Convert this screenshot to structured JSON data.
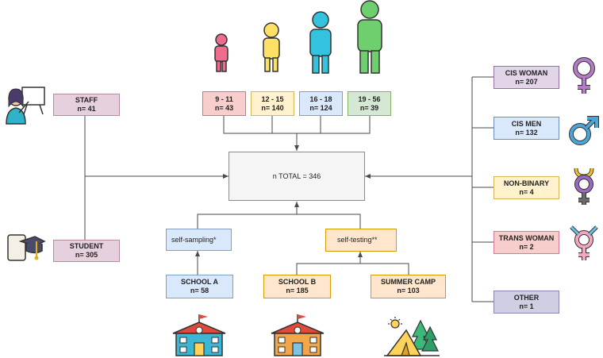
{
  "total": "n TOTAL = 346",
  "ages": [
    {
      "range": "9 - 11",
      "n": "n= 43",
      "fill": "#f8cecc",
      "border": "#c77a7a"
    },
    {
      "range": "12 - 15",
      "n": "n= 140",
      "fill": "#fff2cc",
      "border": "#d6b656"
    },
    {
      "range": "16 - 18",
      "n": "n= 124",
      "fill": "#dae8fc",
      "border": "#7f9fc9"
    },
    {
      "range": "19 - 56",
      "n": "n= 39",
      "fill": "#d5e8d4",
      "border": "#82b366"
    }
  ],
  "roles": [
    {
      "label": "STAFF",
      "n": "n= 41",
      "fill": "#e6d0de",
      "border": "#b48aa4"
    },
    {
      "label": "STUDENT",
      "n": "n= 305",
      "fill": "#e6d0de",
      "border": "#b48aa4"
    }
  ],
  "genders": [
    {
      "label": "CIS WOMAN",
      "n": "n= 207",
      "fill": "#e1d5e7",
      "border": "#9673a6"
    },
    {
      "label": "CIS MEN",
      "n": "n= 132",
      "fill": "#dae8fc",
      "border": "#6c8ebf"
    },
    {
      "label": "NON-BINARY",
      "n": "n= 4",
      "fill": "#fff2cc",
      "border": "#d6b656"
    },
    {
      "label": "TRANS WOMAN",
      "n": "n= 2",
      "fill": "#f8cecc",
      "border": "#d67a9a"
    },
    {
      "label": "OTHER",
      "n": "n= 1",
      "fill": "#d0cee2",
      "border": "#8a87b0"
    }
  ],
  "methods": [
    {
      "label": "self-sampling*",
      "fill": "#dae8fc",
      "border": "#7f9fc9"
    },
    {
      "label": "self-testing**",
      "fill": "#ffe6cc",
      "border": "#d79b00"
    }
  ],
  "sites": [
    {
      "label": "SCHOOL A",
      "n": "n= 58",
      "fill": "#dae8fc",
      "border": "#7f9fc9"
    },
    {
      "label": "SCHOOL B",
      "n": "n= 185",
      "fill": "#ffe6cc",
      "border": "#d79b00"
    },
    {
      "label": "SUMMER CAMP",
      "n": "n= 103",
      "fill": "#ffe6cc",
      "border": "#d79b00"
    }
  ],
  "colors": {
    "line": "#4a4a4a",
    "total_fill": "#f5f5f5",
    "total_border": "#8c8c8c"
  },
  "icons": [
    "child-figure-icon",
    "teen-figure-icon",
    "youth-figure-icon",
    "adult-figure-icon",
    "teacher-icon",
    "graduate-icon",
    "female-symbol-icon",
    "male-symbol-icon",
    "nonbinary-symbol-icon",
    "transgender-symbol-icon",
    "school-icon",
    "camp-icon"
  ]
}
